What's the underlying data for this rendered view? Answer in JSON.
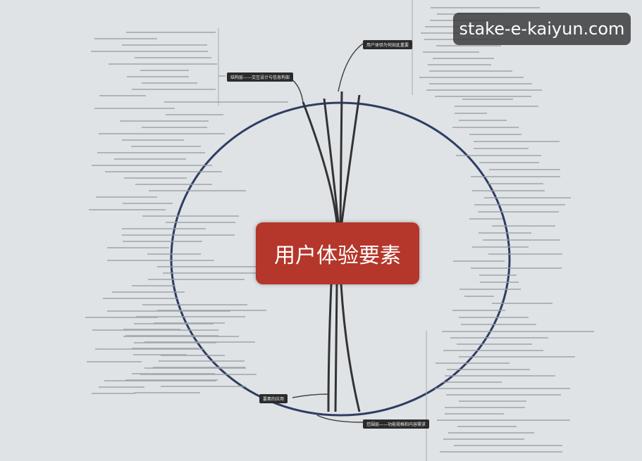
{
  "center": {
    "title": "用户体验要素",
    "color": "#b5362a"
  },
  "watermark": "stake-e-kaiyun.com",
  "branches": [
    {
      "label": "用户体验为何如此重要"
    },
    {
      "label": "结构层——交互设计与信息构架"
    },
    {
      "label": "范围层——功能规格和内容需求"
    },
    {
      "label": "要素的应用"
    }
  ]
}
